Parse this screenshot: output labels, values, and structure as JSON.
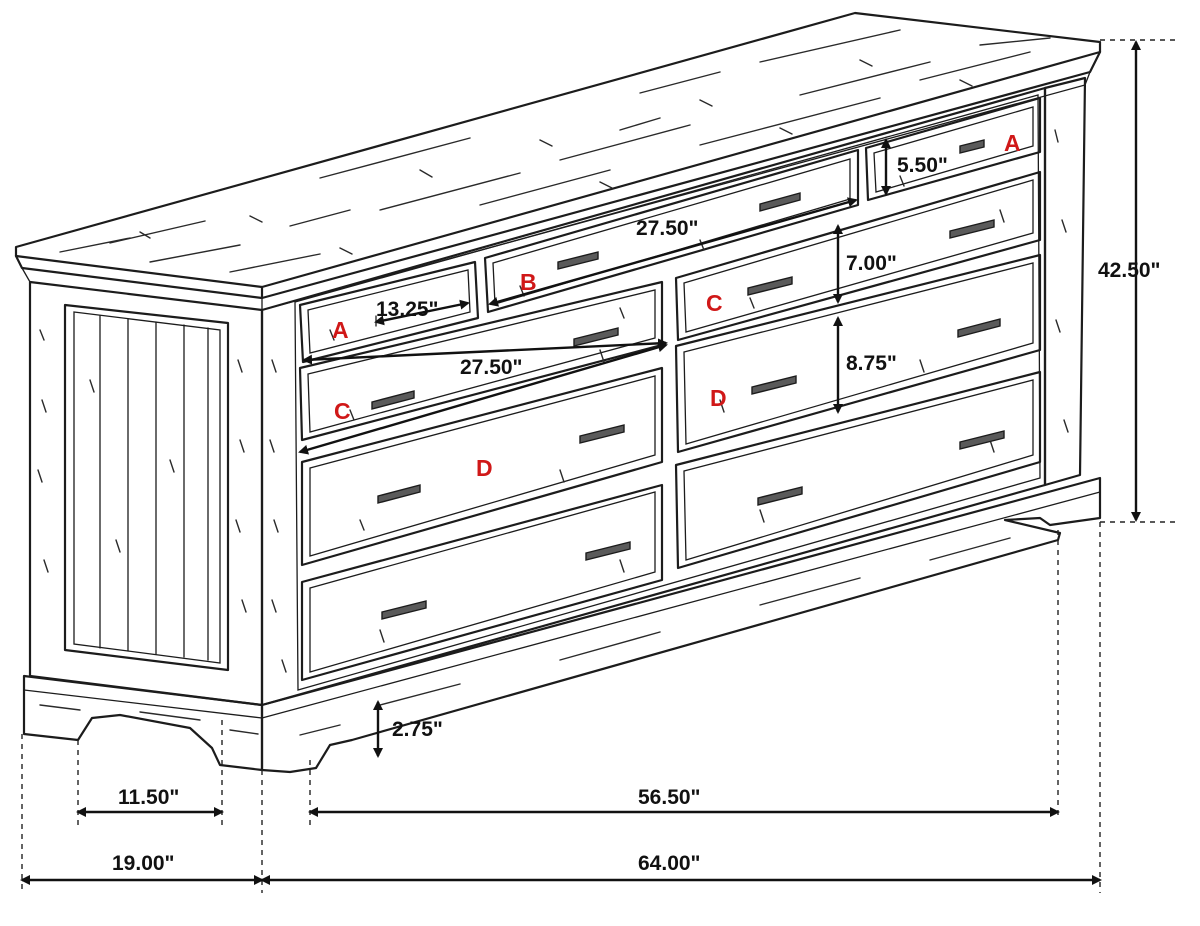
{
  "diagram": {
    "dimensions": {
      "total_height": "42.50\"",
      "drawer_a_width": "13.25\"",
      "drawer_a_height": "5.50\"",
      "drawer_b_width": "27.50\"",
      "drawer_c_width": "27.50\"",
      "drawer_c_height": "7.00\"",
      "drawer_d_height": "8.75\"",
      "leg_clearance": "2.75\"",
      "side_inner_depth": "11.50\"",
      "front_inner_width": "56.50\"",
      "depth": "19.00\"",
      "width": "64.00\""
    },
    "drawer_labels": {
      "a_left": "A",
      "a_right": "A",
      "b": "B",
      "c_left": "C",
      "c_right": "C",
      "d_left": "D",
      "d_right": "D"
    },
    "colors": {
      "line": "#1c1c1c",
      "label": "#d01818",
      "background": "#ffffff"
    }
  }
}
